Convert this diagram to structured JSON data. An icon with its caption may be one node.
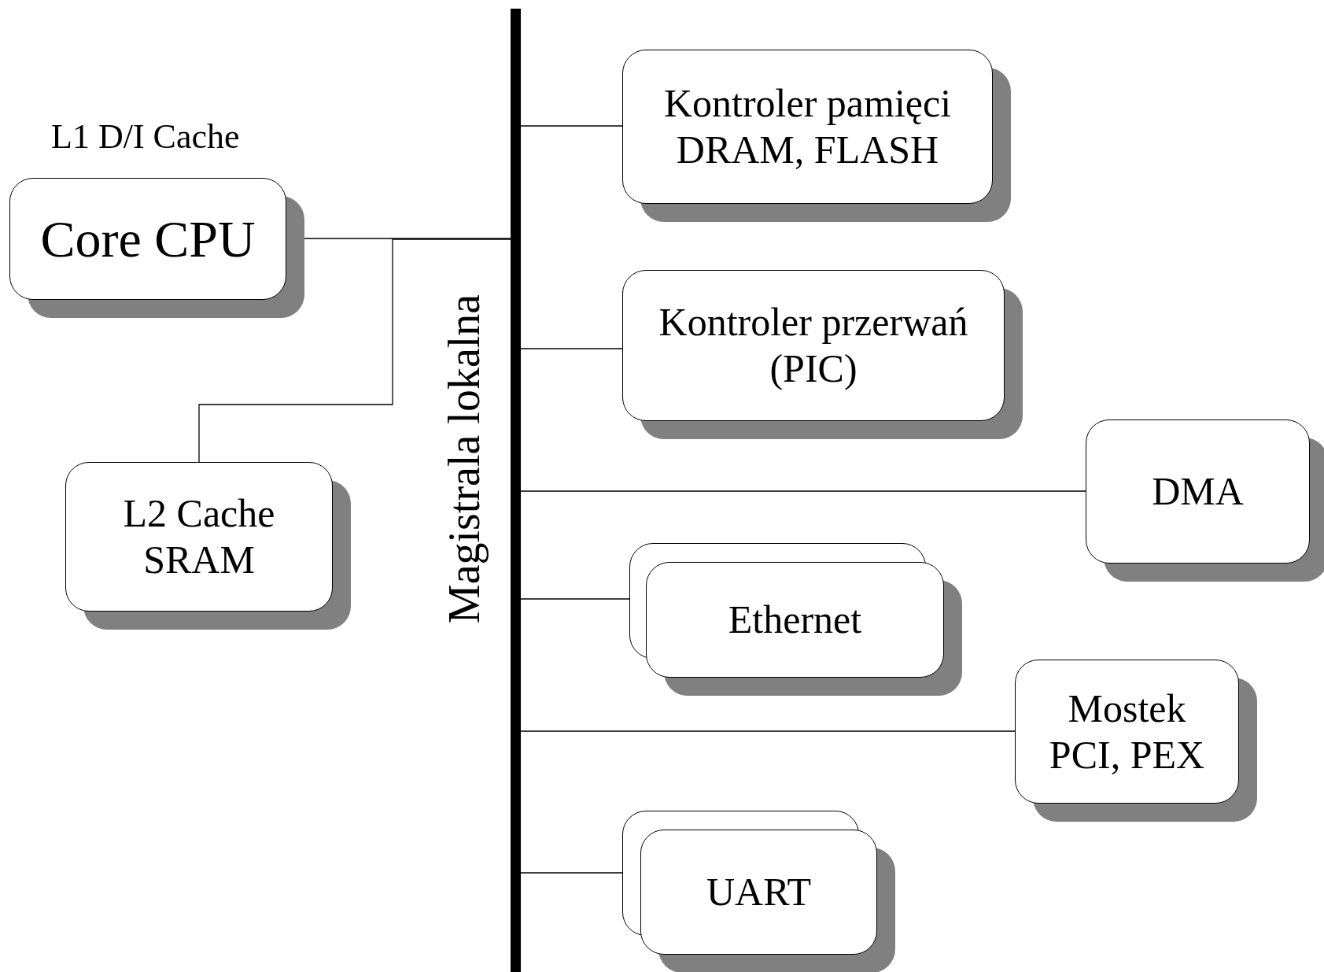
{
  "diagram": {
    "nodes": [
      {
        "text": [
          "Core CPU"
        ],
        "beside": [
          "L1 D/I Cache"
        ]
      },
      {
        "text": [
          "L2 Cache SRAM"
        ]
      },
      {
        "text": [],
        "shape": "bar",
        "beside": [
          "Magistrala lokalna"
        ]
      },
      {
        "text": [
          "Kontroler pamięci DRAM, FLASH"
        ]
      },
      {
        "text": [
          "Kontroler przerwań (PIC)"
        ]
      },
      {
        "text": [
          "DMA"
        ]
      },
      {
        "text": [
          "Ethernet"
        ]
      },
      {
        "text": [
          "Mostek PCI, PEX"
        ]
      },
      {
        "text": [
          "UART"
        ]
      }
    ],
    "edges": [
      {
        "from": 0,
        "to": 2,
        "arrow": "none"
      },
      {
        "from": 1,
        "to": 2,
        "arrow": "none"
      },
      {
        "from": 2,
        "to": 3,
        "arrow": "none"
      },
      {
        "from": 2,
        "to": 4,
        "arrow": "none"
      },
      {
        "from": 2,
        "to": 5,
        "arrow": "none"
      },
      {
        "from": 2,
        "to": 6,
        "arrow": "none"
      },
      {
        "from": 2,
        "to": 7,
        "arrow": "none"
      },
      {
        "from": 2,
        "to": 8,
        "arrow": "none"
      }
    ]
  }
}
